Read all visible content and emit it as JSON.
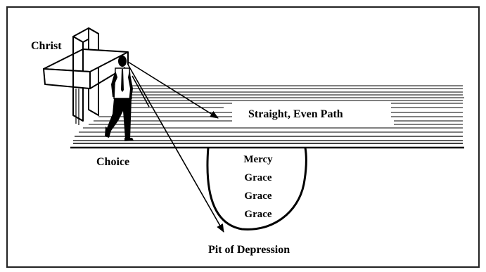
{
  "labels": {
    "christ": "Christ",
    "choice": "Choice",
    "path": "Straight, Even Path",
    "pit": "Pit of Depression",
    "pit_words": [
      "Mercy",
      "Grace",
      "Grace",
      "Grace"
    ]
  },
  "colors": {
    "ink": "#000000",
    "background": "#ffffff",
    "frame": "#222222",
    "shirt": "#ffffff"
  }
}
